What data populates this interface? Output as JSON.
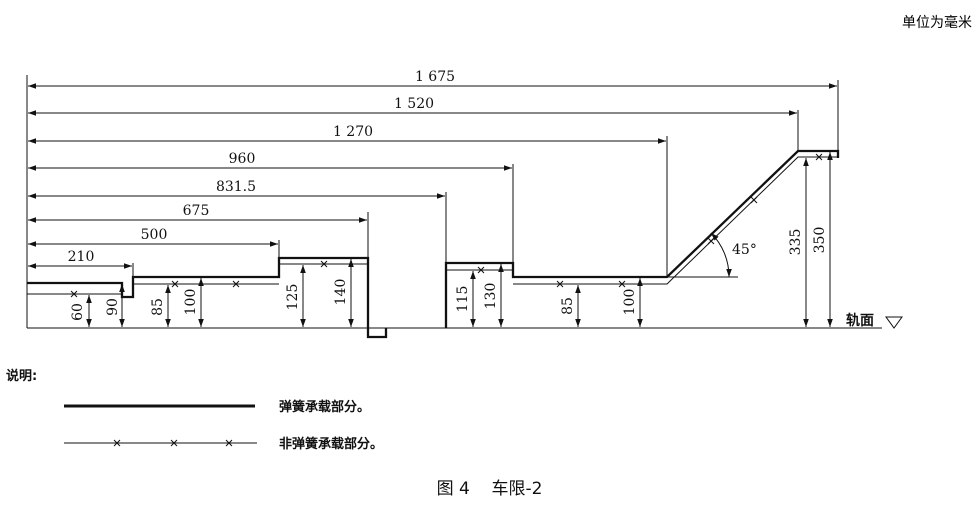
{
  "unit_note": "单位为毫米",
  "dimensions": {
    "horizontal": [
      "1 675",
      "1 520",
      "1 270",
      "960",
      "831.5",
      "675",
      "500",
      "210"
    ],
    "vertical": [
      "60",
      "90",
      "85",
      "100",
      "125",
      "140",
      "115",
      "130",
      "85",
      "100",
      "335",
      "350"
    ],
    "angle": "45°"
  },
  "rail_label": "轨面",
  "legend": {
    "title": "说明:",
    "spring_label": "弹簧承载部分。",
    "nonspring_label": "非弹簧承载部分。"
  },
  "caption": {
    "figure_number": "图 4",
    "title": "车限-2"
  }
}
